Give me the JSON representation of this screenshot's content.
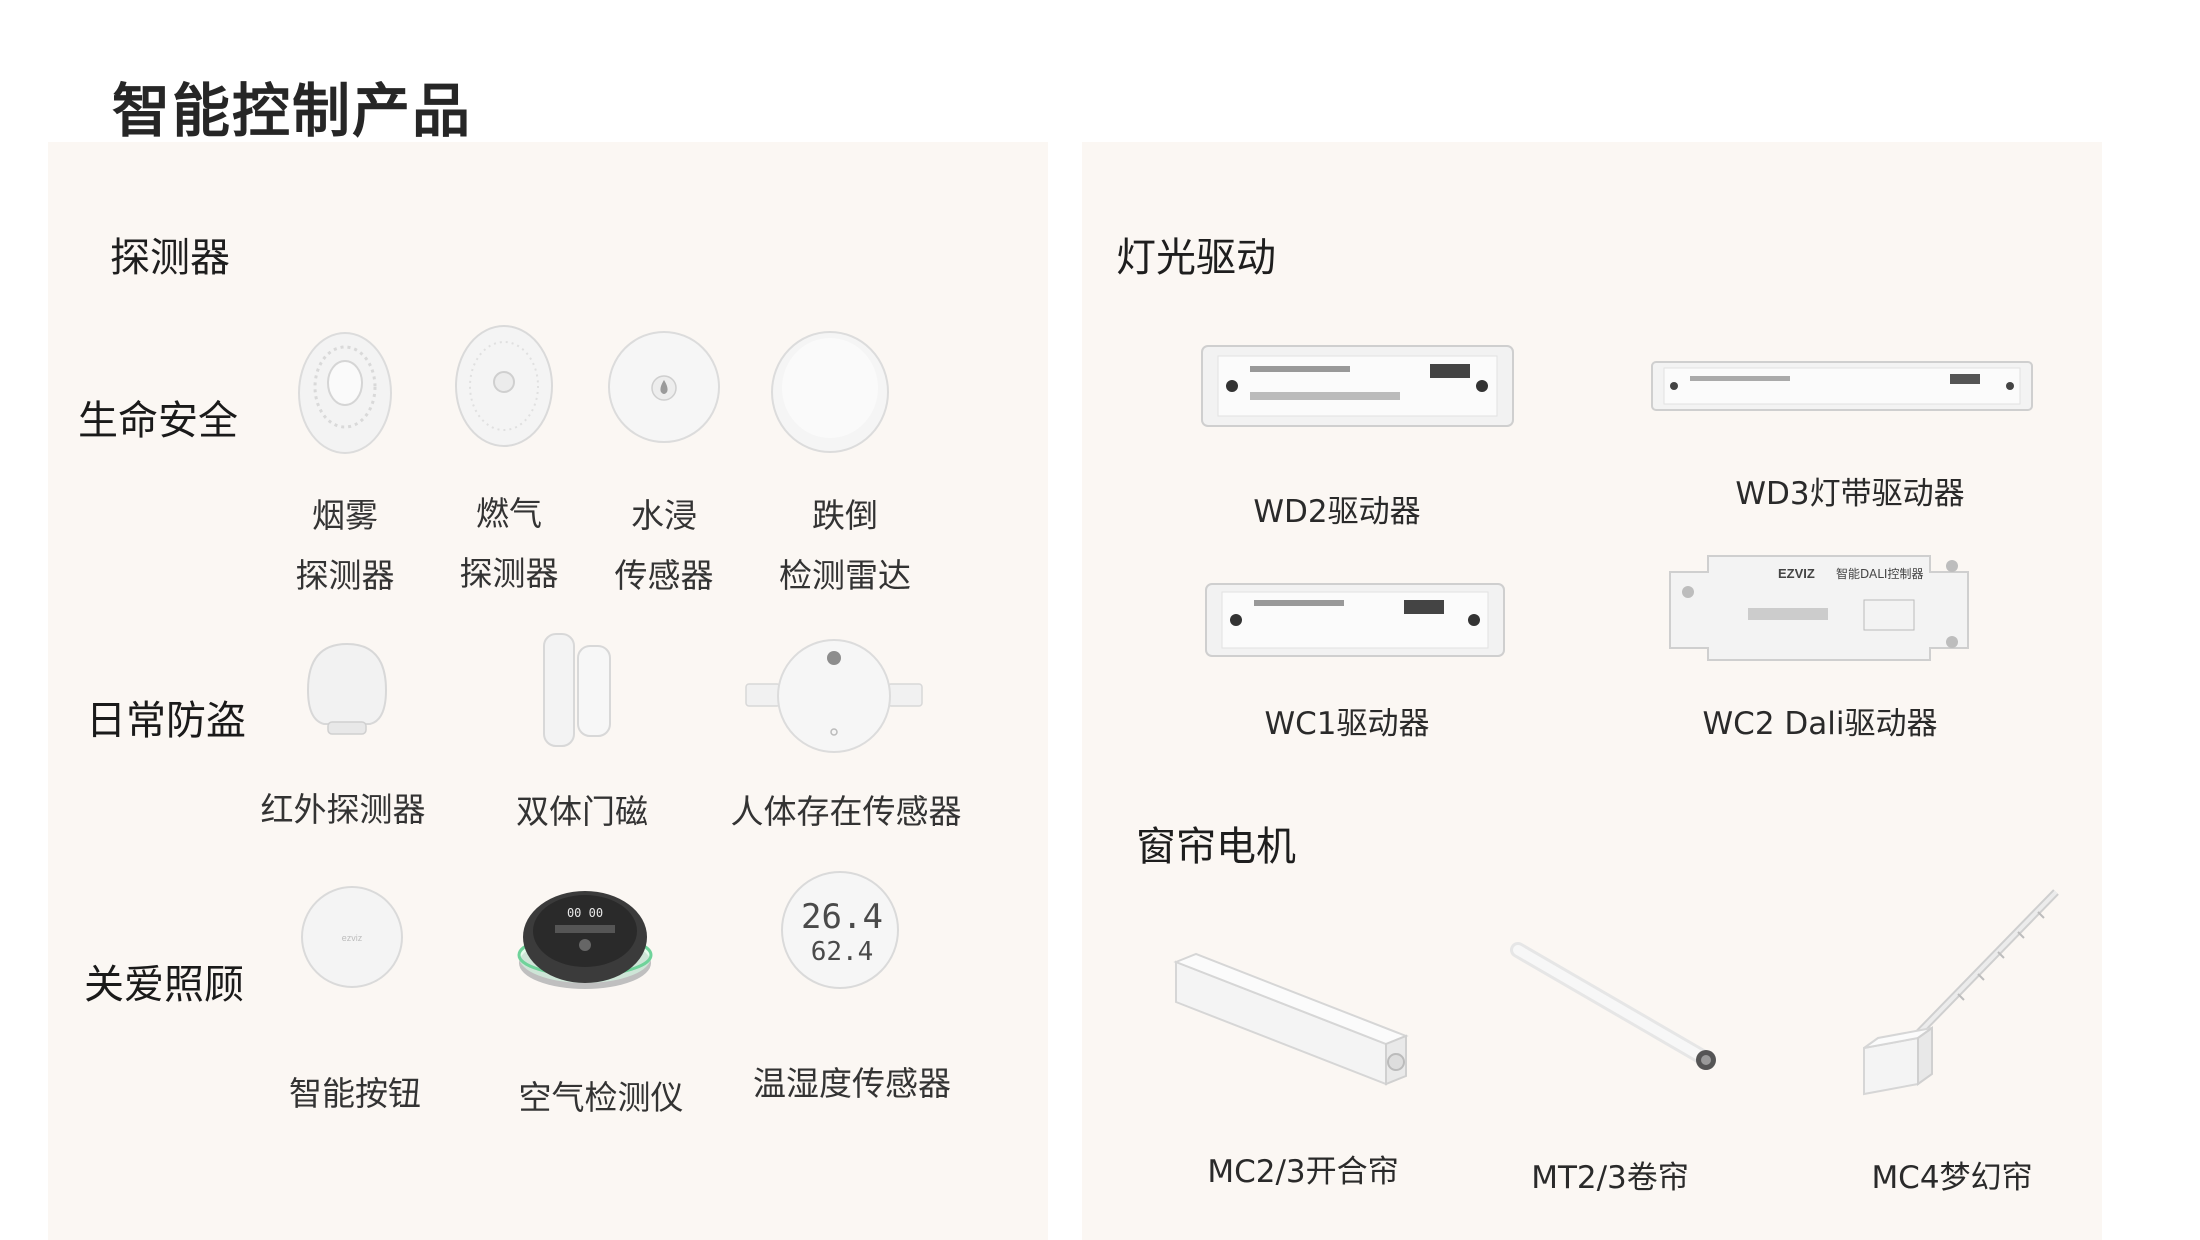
{
  "page": {
    "title": "智能控制产品"
  },
  "left_panel": {
    "section_title": "探测器",
    "rows": [
      {
        "label": "生命安全",
        "items": [
          {
            "name_lines": [
              "烟雾",
              "探测器"
            ],
            "icon": "smoke-detector-icon"
          },
          {
            "name_lines": [
              "燃气",
              "探测器"
            ],
            "icon": "gas-detector-icon"
          },
          {
            "name_lines": [
              "水浸",
              "传感器"
            ],
            "icon": "water-leak-sensor-icon"
          },
          {
            "name_lines": [
              "跌倒",
              "检测雷达"
            ],
            "icon": "fall-detection-radar-icon"
          }
        ]
      },
      {
        "label": "日常防盗",
        "items": [
          {
            "name": "红外探测器",
            "icon": "infrared-detector-icon"
          },
          {
            "name": "双体门磁",
            "icon": "door-magnet-icon"
          },
          {
            "name": "人体存在传感器",
            "icon": "presence-sensor-icon"
          }
        ]
      },
      {
        "label": "关爱照顾",
        "items": [
          {
            "name": "智能按钮",
            "icon": "smart-button-icon"
          },
          {
            "name": "空气检测仪",
            "icon": "air-monitor-icon",
            "display": "00 00"
          },
          {
            "name": "温湿度传感器",
            "icon": "thermo-hygrometer-icon",
            "display_top": "26.4",
            "display_bottom": "62.4"
          }
        ]
      }
    ]
  },
  "right_panel": {
    "lighting": {
      "section_title": "灯光驱动",
      "items": [
        {
          "name": "WD2驱动器",
          "icon": "wd2-driver-icon"
        },
        {
          "name": "WD3灯带驱动器",
          "icon": "wd3-strip-driver-icon"
        },
        {
          "name": "WC1驱动器",
          "icon": "wc1-driver-icon"
        },
        {
          "name": "WC2 Dali驱动器",
          "icon": "wc2-dali-driver-icon",
          "brand": "EZVIZ",
          "device_text": "智能DALI控制器"
        }
      ]
    },
    "curtain": {
      "section_title": "窗帘电机",
      "items": [
        {
          "name": "MC2/3开合帘",
          "icon": "mc-curtain-motor-icon"
        },
        {
          "name": "MT2/3卷帘",
          "icon": "mt-roller-motor-icon"
        },
        {
          "name": "MC4梦幻帘",
          "icon": "mc4-dream-curtain-icon"
        }
      ]
    }
  },
  "colors": {
    "panel_bg": "#fbf7f3",
    "title": "#0d0d0d",
    "device_white": "#f4f4f4",
    "device_shadow": "#d6d6d6",
    "accent_green": "#6fd39a"
  }
}
